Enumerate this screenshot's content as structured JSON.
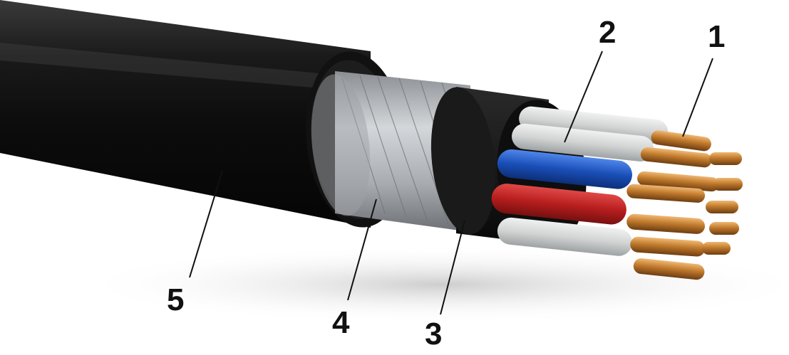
{
  "callouts": [
    {
      "id": "1",
      "label": "1",
      "part": "copper-conductors"
    },
    {
      "id": "2",
      "label": "2",
      "part": "core-insulation"
    },
    {
      "id": "3",
      "label": "3",
      "part": "inner-sheath"
    },
    {
      "id": "4",
      "label": "4",
      "part": "steel-armor-tape"
    },
    {
      "id": "5",
      "label": "5",
      "part": "outer-jacket"
    }
  ],
  "colors": {
    "jacket": "#0f0f0f",
    "armor": "#b8bcc0",
    "inner_sheath": "#151515",
    "insulation_gray": "#d6d8d8",
    "insulation_blue": "#1a4fb8",
    "insulation_red": "#b81e1e",
    "copper": "#c07a2c"
  }
}
